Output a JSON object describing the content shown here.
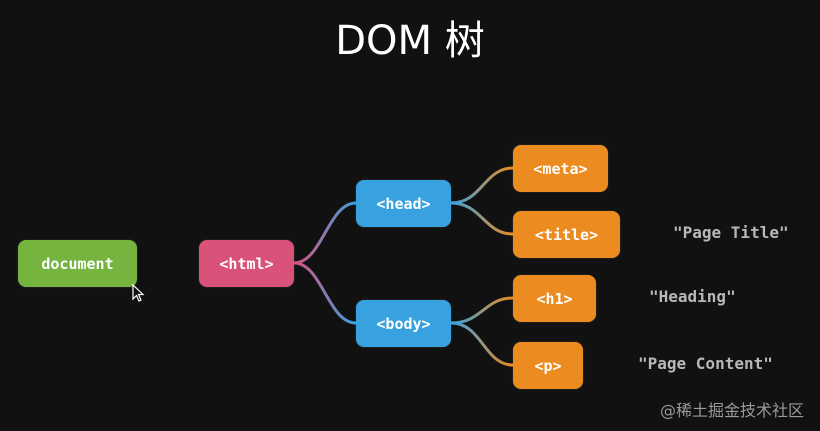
{
  "title": "DOM 树",
  "nodes": {
    "document": {
      "label": "document",
      "color": "#74b43f"
    },
    "html": {
      "label": "<html>",
      "color": "#d9527a"
    },
    "head": {
      "label": "<head>",
      "color": "#38a1df"
    },
    "body": {
      "label": "<body>",
      "color": "#38a1df"
    },
    "meta": {
      "label": "<meta>",
      "color": "#ec8b1f"
    },
    "title": {
      "label": "<title>",
      "color": "#ec8b1f"
    },
    "h1": {
      "label": "<h1>",
      "color": "#ec8b1f"
    },
    "p": {
      "label": "<p>",
      "color": "#ec8b1f"
    }
  },
  "text_nodes": {
    "title": "\"Page Title\"",
    "h1": "\"Heading\"",
    "p": "\"Page Content\""
  },
  "watermark": "@稀土掘金技术社区"
}
